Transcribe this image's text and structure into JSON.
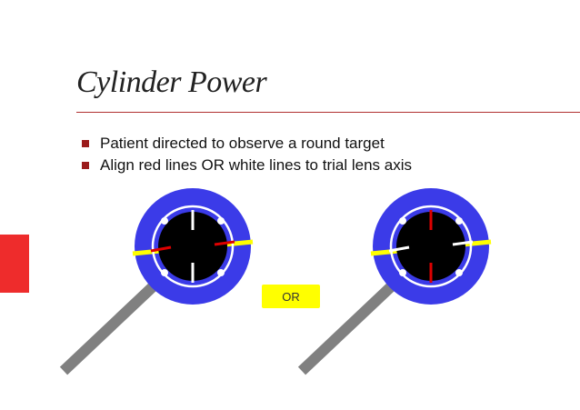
{
  "slide": {
    "title": "Cylinder Power",
    "bullets": [
      "Patient directed to observe a round target",
      "Align red lines OR white lines to trial lens axis"
    ],
    "or_label": "OR"
  },
  "colors": {
    "accent_bar": "#ee2c2c",
    "title_rule": "#b03030",
    "lens_ring": "#3b3be8",
    "lens_center": "#000000",
    "axis_line": "#ffff00",
    "red_lines": "#dd0000",
    "white_lines": "#ffffff",
    "handle": "#808080",
    "or_box": "#ffff00"
  }
}
